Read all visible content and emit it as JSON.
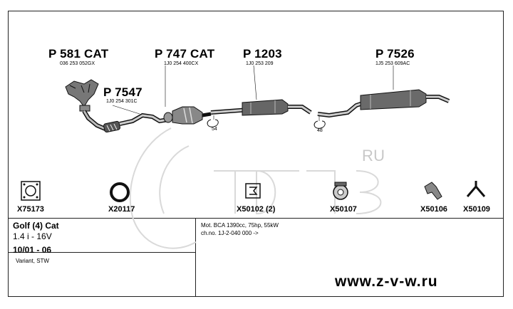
{
  "parts": [
    {
      "part_no": "P 581 CAT",
      "oem": "036 253 052GX"
    },
    {
      "part_no": "P 747 CAT",
      "oem": "1J0 254 400CX"
    },
    {
      "part_no": "P 1203",
      "oem": "1J0 253 209"
    },
    {
      "part_no": "P 7526",
      "oem": "1J5 253 609AC"
    },
    {
      "part_no": "P 7547",
      "oem": "1J0 254 301C"
    }
  ],
  "clamps": [
    "54",
    "48"
  ],
  "accessories": [
    {
      "label": "X75173",
      "icon": "gasket-icon"
    },
    {
      "label": "X20117",
      "icon": "ring-gasket-icon"
    },
    {
      "label": "X50102 (2)",
      "icon": "rubber-hanger-icon"
    },
    {
      "label": "X50107",
      "icon": "mounting-rubber-icon"
    },
    {
      "label": "X50106",
      "icon": "bracket-icon"
    },
    {
      "label": "X50109",
      "icon": "support-bracket-icon"
    }
  ],
  "vehicle": {
    "model": "Golf (4) Cat",
    "engine": "1.4 i - 16V",
    "years": "10/01 - 06",
    "body": "Variant, STW"
  },
  "engine_info": {
    "line1": "Mot. BCA 1390cc, 75hp, 55kW",
    "line2": "ch.no. 1J-2-040 000 ->"
  },
  "watermark": "RU",
  "website": "www.z-v-w.ru"
}
